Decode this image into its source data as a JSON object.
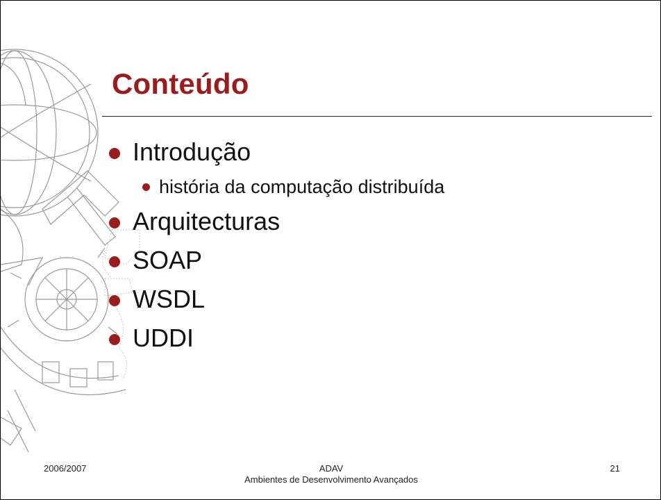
{
  "slide": {
    "title": "Conteúdo",
    "bullets": [
      "Introdução",
      "história da computação distribuída",
      "Arquitecturas",
      "SOAP",
      "WSDL",
      "UDDI"
    ],
    "footer": {
      "date": "2006/2007",
      "course": "ADAV",
      "course_full": "Ambientes de Desenvolvimento Avançados",
      "page_number": "21"
    }
  },
  "colors": {
    "title": "#9b1c1c",
    "bullet": "#9b1c1c",
    "text": "#111111",
    "background": "#ffffff"
  },
  "icons": {
    "background_emblem": "university-seal-sketch-icon"
  }
}
